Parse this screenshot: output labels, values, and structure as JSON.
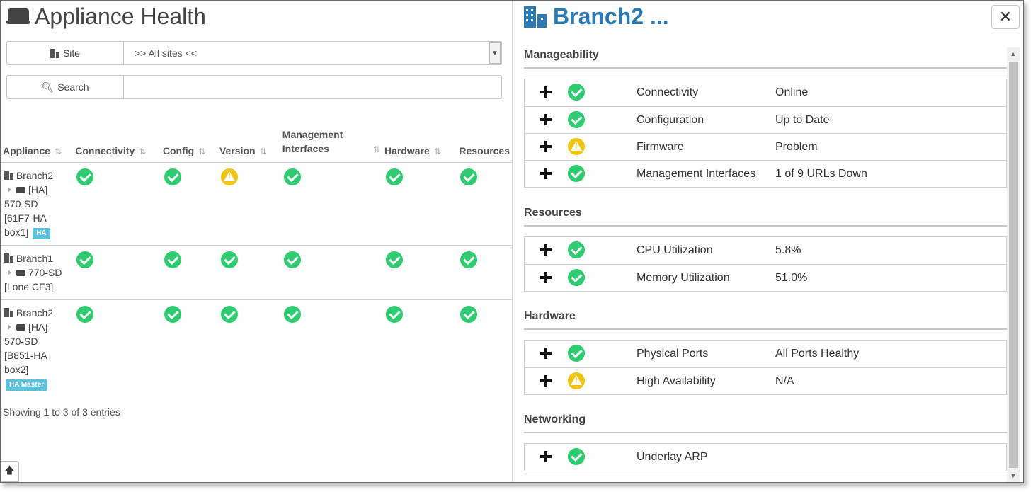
{
  "page": {
    "title": "Appliance Health",
    "site_label": "Site",
    "site_value": ">> All sites <<",
    "search_label": "Search",
    "search_value": "",
    "showing": "Showing 1 to 3 of 3 entries"
  },
  "table": {
    "headers": [
      "Appliance",
      "Connectivity",
      "Config",
      "Version",
      "Management Interfaces",
      "Hardware",
      "Resources"
    ],
    "header_mgmt_line1": "Management",
    "header_mgmt_line2": "Interfaces",
    "rows": [
      {
        "site": "Branch2",
        "lines": [
          "[HA]",
          "570-SD",
          "[61F7-HA",
          "box1]"
        ],
        "badge": "HA",
        "status": [
          "ok",
          "ok",
          "warn",
          "ok",
          "ok",
          "ok"
        ]
      },
      {
        "site": "Branch1",
        "lines": [
          "770-SD",
          "[Lone CF3]"
        ],
        "badge": "",
        "status": [
          "ok",
          "ok",
          "ok",
          "ok",
          "ok",
          "ok"
        ]
      },
      {
        "site": "Branch2",
        "lines": [
          "[HA]",
          "570-SD",
          "[B851-HA",
          "box2]"
        ],
        "badge": "HA Master",
        "status": [
          "ok",
          "ok",
          "ok",
          "ok",
          "ok",
          "ok"
        ]
      }
    ]
  },
  "detail": {
    "title": "Branch2 ...",
    "close_label": "✕",
    "sections": [
      {
        "title": "Manageability",
        "items": [
          {
            "name": "Connectivity",
            "value": "Online",
            "status": "ok"
          },
          {
            "name": "Configuration",
            "value": "Up to Date",
            "status": "ok"
          },
          {
            "name": "Firmware",
            "value": "Problem",
            "status": "warn"
          },
          {
            "name": "Management Interfaces",
            "value": "1 of 9 URLs Down",
            "status": "ok"
          }
        ]
      },
      {
        "title": "Resources",
        "items": [
          {
            "name": "CPU Utilization",
            "value": "5.8%",
            "status": "ok"
          },
          {
            "name": "Memory Utilization",
            "value": "51.0%",
            "status": "ok"
          }
        ]
      },
      {
        "title": "Hardware",
        "items": [
          {
            "name": "Physical Ports",
            "value": "All Ports Healthy",
            "status": "ok"
          },
          {
            "name": "High Availability",
            "value": "N/A",
            "status": "warn"
          }
        ]
      },
      {
        "title": "Networking",
        "items": [
          {
            "name": "Underlay ARP",
            "value": "",
            "status": "ok"
          }
        ]
      }
    ]
  },
  "icons": {
    "ok": "check-circle-icon",
    "warn": "warning-circle-icon",
    "expand": "plus-icon"
  },
  "colors": {
    "ok": "#2ecc71",
    "warn": "#f1c40f",
    "accent": "#2a7ab8",
    "badge": "#5bc0de"
  }
}
